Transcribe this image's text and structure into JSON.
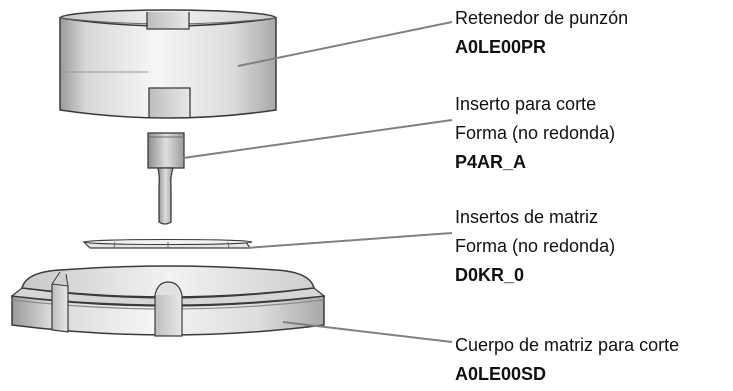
{
  "colors": {
    "metal_light": "#f4f4f4",
    "metal_mid": "#d2d2d2",
    "metal_dark": "#8a8a8a",
    "outline": "#3a3a3a",
    "leader": "#808080"
  },
  "callouts": [
    {
      "lines": [
        "Retenedor de punzón"
      ],
      "code": "A0LE00PR"
    },
    {
      "lines": [
        "Inserto para corte",
        "Forma (no redonda)"
      ],
      "code": "P4AR_A"
    },
    {
      "lines": [
        "Insertos de matriz",
        "Forma (no redonda)"
      ],
      "code": "D0KR_0"
    },
    {
      "lines": [
        "Cuerpo de matriz para corte"
      ],
      "code": "A0LE00SD"
    }
  ]
}
